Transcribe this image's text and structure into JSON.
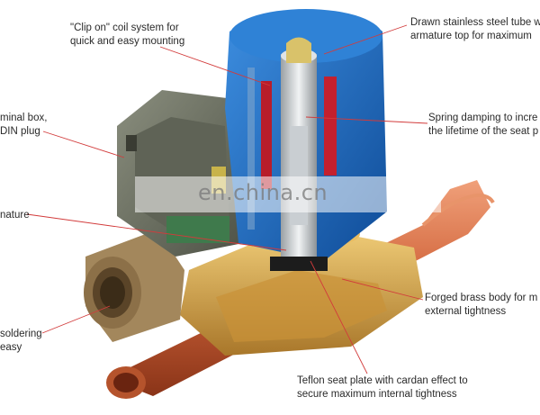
{
  "labels": {
    "clip_on": [
      "\"Clip on\" coil system for",
      "quick and easy mounting"
    ],
    "drawn_tube": [
      "Drawn stainless steel tube w",
      "armature top for maximum"
    ],
    "terminal_box": [
      "minal box,",
      "DIN plug"
    ],
    "spring": [
      "Spring damping to incre",
      "the lifetime of the seat p"
    ],
    "armature": [
      "nature"
    ],
    "forged_body": [
      "Forged brass body for m",
      "external tightness"
    ],
    "soldering": [
      "soldering",
      "easy"
    ],
    "teflon": [
      "Teflon seat plate with cardan effect to",
      "secure maximum internal tightness"
    ]
  },
  "watermark": "en.china.cn",
  "colors": {
    "coil_blue": "#1f6fc4",
    "copper": "#c9623a",
    "brass": "#d9a441",
    "housing_gray": "#6e7262",
    "leader_red": "#d23b3b"
  }
}
